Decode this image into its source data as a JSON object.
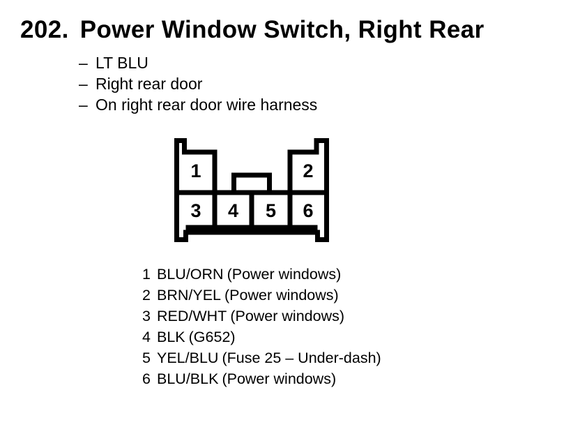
{
  "colors": {
    "ink": "#000000",
    "paper": "#ffffff"
  },
  "section": {
    "number": "202.",
    "title": "Power Window Switch, Right Rear"
  },
  "connector_details": {
    "dash": "–",
    "items": [
      "LT BLU",
      "Right rear door",
      "On right rear door wire harness"
    ]
  },
  "connector": {
    "cavities": [
      "1",
      "2",
      "3",
      "4",
      "5",
      "6"
    ]
  },
  "pinout": {
    "rows": [
      {
        "pin": "1",
        "wire_color": "BLU/ORN",
        "circuit": "(Power windows)"
      },
      {
        "pin": "2",
        "wire_color": "BRN/YEL",
        "circuit": "(Power windows)"
      },
      {
        "pin": "3",
        "wire_color": "RED/WHT",
        "circuit": "(Power windows)"
      },
      {
        "pin": "4",
        "wire_color": "BLK",
        "circuit": "(G652)"
      },
      {
        "pin": "5",
        "wire_color": "YEL/BLU",
        "circuit": "(Fuse 25 – Under-dash)"
      },
      {
        "pin": "6",
        "wire_color": "BLU/BLK",
        "circuit": "(Power windows)"
      }
    ]
  }
}
